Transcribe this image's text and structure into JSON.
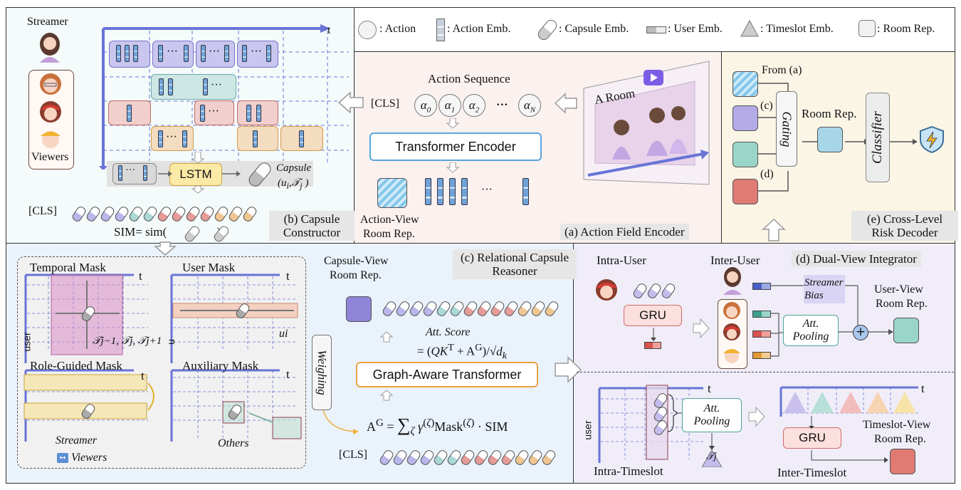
{
  "legend": {
    "action": ": Action",
    "action_emb": ": Action Emb.",
    "capsule_emb": ": Capsule Emb.",
    "user_emb": ": User Emb.",
    "timeslot_emb": ": Timeslot Emb.",
    "room_rep": ": Room Rep."
  },
  "panel_b": {
    "streamer": "Streamer",
    "viewers": "Viewers",
    "t": "t",
    "lstm": "LSTM",
    "capsule_label": "Capsule",
    "capsule_args": "(u",
    "cls": "[CLS]",
    "sim": "SIM= sim(",
    "sim_end": ")",
    "tag": "(b) Capsule Constructor",
    "dots": "···"
  },
  "panel_a": {
    "action_sequence": "Action Sequence",
    "cls": "[CLS]",
    "alphas": [
      "α0",
      "α1",
      "α2",
      "···",
      "αN"
    ],
    "transformer_encoder": "Transformer Encoder",
    "action_view": "Action-View",
    "room_rep": "Room Rep.",
    "a_room": "A Room",
    "tag": "(a) Action Field Encoder",
    "dots": "···"
  },
  "panel_e": {
    "from_a": "From (a)",
    "c": "(c)",
    "d": "(d)",
    "gating": "Gating",
    "room_rep": "Room Rep.",
    "classifier": "Classifier",
    "tag": "(e) Cross-Level Risk Decoder"
  },
  "panel_c": {
    "temporal_mask": "Temporal Mask",
    "user_mask": "User Mask",
    "role_mask": "Role-Guided Mask",
    "aux_mask": "Auxiliary Mask",
    "t": "t",
    "user": "user",
    "u": "u",
    "tj": "𝒯j−1, 𝒯j, 𝒯j+1",
    "ui": "ui",
    "streamer": "Streamer",
    "viewers": "Viewers",
    "others": "Others",
    "weighing": "Weighing",
    "capsule_view": "Capsule-View",
    "room_rep": "Room Rep.",
    "att_score": "Att. Score",
    "att_formula": "= (QKᵀ + Aᴳ)/√dk",
    "gat": "Graph-Aware Transformer",
    "ag_formula": "Aᴳ = Σζ γ(ζ)Mask(ζ) · SIM",
    "cls": "[CLS]",
    "tag": "(c) Relational Capsule Reasoner"
  },
  "panel_d": {
    "intra_user": "Intra-User",
    "inter_user": "Inter-User",
    "gru": "GRU",
    "streamer_bias": "Streamer Bias",
    "att_pooling": "Att. Pooling",
    "user_view": "User-View",
    "room_rep": "Room Rep.",
    "t": "t",
    "user": "user",
    "intra_timeslot": "Intra-Timeslot",
    "inter_timeslot": "Inter-Timeslot",
    "timeslot_view": "Timeslot-View",
    "tj": "𝒯j",
    "tag": "(d) Dual-View Integrator"
  },
  "colors": {
    "blue_capsule": "#b9b6ea",
    "teal_capsule": "#a9d8d5",
    "red_capsule": "#e59b98",
    "orange_capsule": "#efc592",
    "lstm_fill": "#fbeaa6",
    "encoder_border": "#5aa5db",
    "gat_border": "#e9a347"
  }
}
